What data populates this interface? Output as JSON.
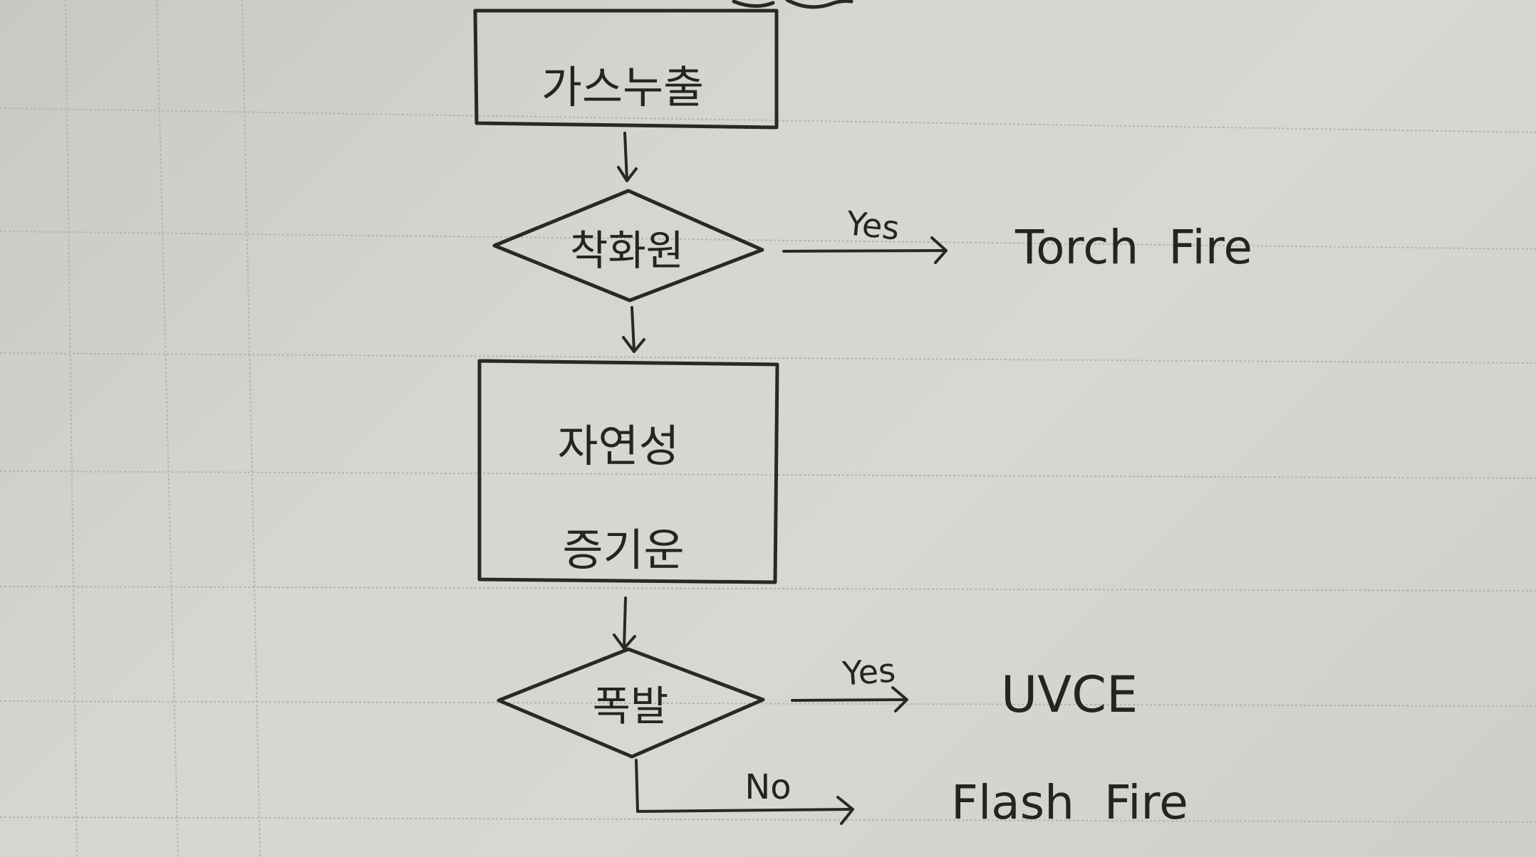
{
  "flowchart": {
    "nodes": {
      "gas_leak": {
        "label": "가스누출"
      },
      "ignition_decision": {
        "label": "착화원"
      },
      "dispersion": {
        "line1": "자연성",
        "line2": "증기운"
      },
      "explosion_decision": {
        "label": "폭발"
      }
    },
    "edges": {
      "ignition_yes": {
        "label": "Yes"
      },
      "explosion_yes": {
        "label": "Yes"
      },
      "explosion_no": {
        "label": "No"
      }
    },
    "outcomes": {
      "torch_fire": {
        "label": "Torch  Fire"
      },
      "uvce": {
        "label": "UVCE"
      },
      "flash_fire": {
        "label": "Flash  Fire"
      }
    }
  },
  "colors": {
    "paper": "#d6d5d1",
    "ink": "#2a2824",
    "grid_line": "#b4b3ae"
  }
}
